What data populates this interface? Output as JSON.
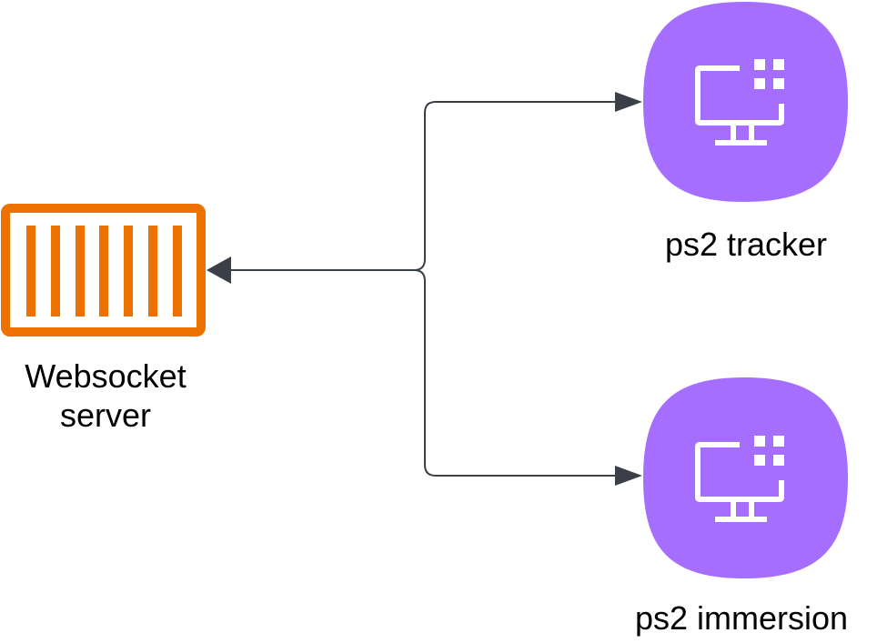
{
  "diagram": {
    "nodes": [
      {
        "id": "websocket-server",
        "label_line1": "Websocket",
        "label_line2": "server",
        "icon": "container-icon",
        "color": "#ED7100"
      },
      {
        "id": "ps2-tracker",
        "label": "ps2 tracker",
        "icon": "desktop-grid-icon",
        "color": "#A66EFF"
      },
      {
        "id": "ps2-immersion",
        "label": "ps2 immersion",
        "icon": "desktop-grid-icon",
        "color": "#A66EFF"
      }
    ],
    "edges": [
      {
        "from": "ps2-tracker",
        "to": "websocket-server",
        "arrow": "websocket-server"
      },
      {
        "from": "websocket-server",
        "to": "ps2-tracker",
        "arrow": "ps2-tracker"
      },
      {
        "from": "websocket-server",
        "to": "ps2-immersion",
        "arrow": "ps2-immersion"
      }
    ],
    "edge_color": "#3B4048",
    "icon_fg": "#FFFFFF"
  }
}
